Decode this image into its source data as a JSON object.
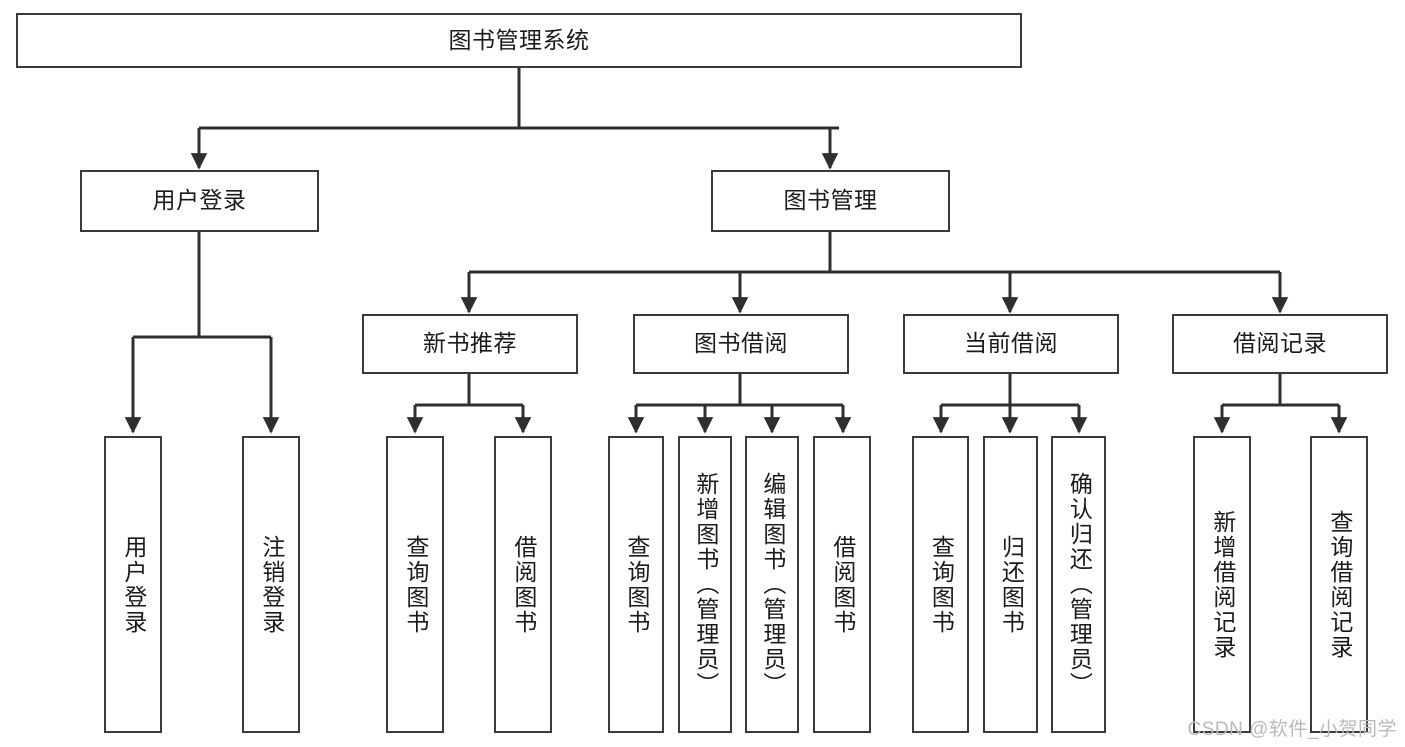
{
  "diagram": {
    "title": "图书管理系统",
    "type": "tree",
    "root": {
      "label": "图书管理系统"
    },
    "level2": [
      {
        "label": "用户登录"
      },
      {
        "label": "图书管理"
      }
    ],
    "level3": [
      {
        "label": "新书推荐"
      },
      {
        "label": "图书借阅"
      },
      {
        "label": "当前借阅"
      },
      {
        "label": "借阅记录"
      }
    ],
    "leaves": {
      "user_login": [
        {
          "label": "用户登录"
        },
        {
          "label": "注销登录"
        }
      ],
      "new_book_recommend": [
        {
          "label": "查询图书"
        },
        {
          "label": "借阅图书"
        }
      ],
      "book_borrow": [
        {
          "label": "查询图书"
        },
        {
          "label": "新增图书（管理员）"
        },
        {
          "label": "编辑图书（管理员）"
        },
        {
          "label": "借阅图书"
        }
      ],
      "current_borrow": [
        {
          "label": "查询图书"
        },
        {
          "label": "归还图书"
        },
        {
          "label": "确认归还（管理员）"
        }
      ],
      "borrow_records": [
        {
          "label": "新增借阅记录"
        },
        {
          "label": "查询借阅记录"
        }
      ]
    }
  },
  "watermark": {
    "text": "CSDN @软件_小贺同学"
  },
  "colors": {
    "stroke": "#3a3a3a",
    "text": "#1b1b1b",
    "background": "#ffffff",
    "watermark": "#b9b9b9"
  }
}
